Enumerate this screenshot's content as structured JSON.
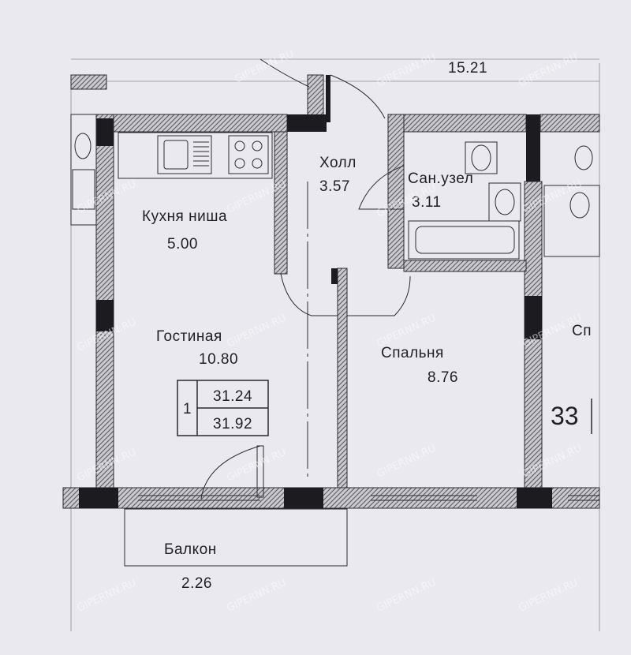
{
  "top_area": "15.21",
  "rooms": {
    "hall": {
      "name": "Холл",
      "area": "3.57"
    },
    "bathroom": {
      "name": "Сан.узел",
      "area": "3.11"
    },
    "kitchen": {
      "name": "Кухня ниша",
      "area": "5.00"
    },
    "living": {
      "name": "Гостиная",
      "area": "10.80"
    },
    "bedroom": {
      "name": "Спальня",
      "area": "8.76"
    },
    "balcony": {
      "name": "Балкон",
      "area": "2.26"
    }
  },
  "apartment": {
    "rooms_count": "1",
    "area_living": "31.24",
    "area_total": "31.92"
  },
  "neighbor": {
    "number": "33",
    "label_fragment": "Сп"
  },
  "watermark": "GIPERNN.RU",
  "colors": {
    "background": "#e9e9ef",
    "wall": "#1c1c20",
    "hatch": "#6f6f76",
    "line": "#2a2a30"
  }
}
